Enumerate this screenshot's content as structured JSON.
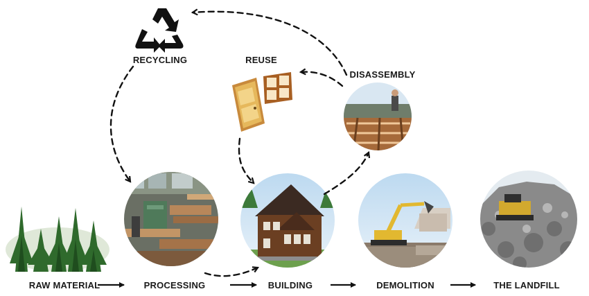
{
  "stages": [
    {
      "id": "raw-material",
      "label": "RAW MATERIAL"
    },
    {
      "id": "processing",
      "label": "PROCESSING"
    },
    {
      "id": "building",
      "label": "BUILDING"
    },
    {
      "id": "demolition",
      "label": "DEMOLITION"
    },
    {
      "id": "landfill",
      "label": "THE LANDFILL"
    }
  ],
  "loops": {
    "recycling": "RECYCLING",
    "reuse": "REUSE",
    "disassembly": "DISASSEMBLY"
  },
  "icons": {
    "recycling": "recycle-icon",
    "reuse": "door-and-window-icon"
  },
  "colors": {
    "text": "#1a1a1a",
    "arrow": "#111111",
    "forest": "#2f6a2c",
    "wood": "#a86a3a",
    "sky": "#cfe3f3"
  }
}
